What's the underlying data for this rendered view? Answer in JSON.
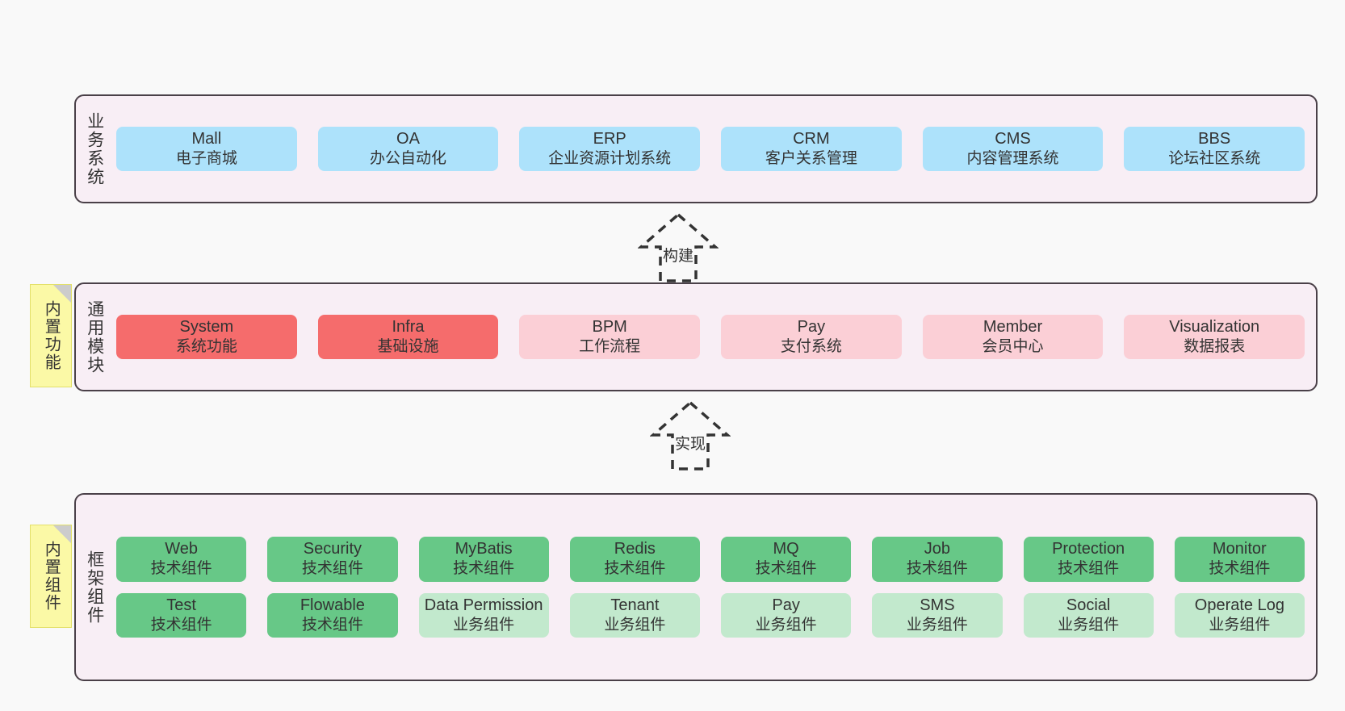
{
  "diagram": {
    "background": "#f9f9f9",
    "panel_background": "#f8eef5",
    "panel_border": "#4a4048"
  },
  "layers": [
    {
      "id": "business-systems",
      "title": "业务系统",
      "rows": [
        {
          "nodes": [
            {
              "title": "Mall",
              "subtitle": "电子商城",
              "color": "#ade2fb",
              "variant": "c-blue"
            },
            {
              "title": "OA",
              "subtitle": "办公自动化",
              "color": "#ade2fb",
              "variant": "c-blue"
            },
            {
              "title": "ERP",
              "subtitle": "企业资源计划系统",
              "color": "#ade2fb",
              "variant": "c-blue"
            },
            {
              "title": "CRM",
              "subtitle": "客户关系管理",
              "color": "#ade2fb",
              "variant": "c-blue"
            },
            {
              "title": "CMS",
              "subtitle": "内容管理系统",
              "color": "#ade2fb",
              "variant": "c-blue"
            },
            {
              "title": "BBS",
              "subtitle": "论坛社区系统",
              "color": "#ade2fb",
              "variant": "c-blue"
            }
          ]
        }
      ]
    },
    {
      "id": "common-modules",
      "title": "通用模块",
      "note": "内置功能",
      "rows": [
        {
          "nodes": [
            {
              "title": "System",
              "subtitle": "系统功能",
              "color": "#f56c6c",
              "variant": "c-red"
            },
            {
              "title": "Infra",
              "subtitle": "基础设施",
              "color": "#f56c6c",
              "variant": "c-red"
            },
            {
              "title": "BPM",
              "subtitle": "工作流程",
              "color": "#fbcfd6",
              "variant": "c-pink"
            },
            {
              "title": "Pay",
              "subtitle": "支付系统",
              "color": "#fbcfd6",
              "variant": "c-pink"
            },
            {
              "title": "Member",
              "subtitle": "会员中心",
              "color": "#fbcfd6",
              "variant": "c-pink"
            },
            {
              "title": "Visualization",
              "subtitle": "数据报表",
              "color": "#fbcfd6",
              "variant": "c-pink"
            }
          ]
        }
      ]
    },
    {
      "id": "framework-components",
      "title": "框架组件",
      "note": "内置组件",
      "rows": [
        {
          "nodes": [
            {
              "title": "Web",
              "subtitle": "技术组件",
              "color": "#67c887",
              "variant": "c-green"
            },
            {
              "title": "Security",
              "subtitle": "技术组件",
              "color": "#67c887",
              "variant": "c-green"
            },
            {
              "title": "MyBatis",
              "subtitle": "技术组件",
              "color": "#67c887",
              "variant": "c-green"
            },
            {
              "title": "Redis",
              "subtitle": "技术组件",
              "color": "#67c887",
              "variant": "c-green"
            },
            {
              "title": "MQ",
              "subtitle": "技术组件",
              "color": "#67c887",
              "variant": "c-green"
            },
            {
              "title": "Job",
              "subtitle": "技术组件",
              "color": "#67c887",
              "variant": "c-green"
            },
            {
              "title": "Protection",
              "subtitle": "技术组件",
              "color": "#67c887",
              "variant": "c-green"
            },
            {
              "title": "Monitor",
              "subtitle": "技术组件",
              "color": "#67c887",
              "variant": "c-green"
            }
          ]
        },
        {
          "nodes": [
            {
              "title": "Test",
              "subtitle": "技术组件",
              "color": "#67c887",
              "variant": "c-green"
            },
            {
              "title": "Flowable",
              "subtitle": "技术组件",
              "color": "#67c887",
              "variant": "c-green"
            },
            {
              "title": "Data Permission",
              "subtitle": "业务组件",
              "color": "#c2e9cd",
              "variant": "c-lgreen"
            },
            {
              "title": "Tenant",
              "subtitle": "业务组件",
              "color": "#c2e9cd",
              "variant": "c-lgreen"
            },
            {
              "title": "Pay",
              "subtitle": "业务组件",
              "color": "#c2e9cd",
              "variant": "c-lgreen"
            },
            {
              "title": "SMS",
              "subtitle": "业务组件",
              "color": "#c2e9cd",
              "variant": "c-lgreen"
            },
            {
              "title": "Social",
              "subtitle": "业务组件",
              "color": "#c2e9cd",
              "variant": "c-lgreen"
            },
            {
              "title": "Operate Log",
              "subtitle": "业务组件",
              "color": "#c2e9cd",
              "variant": "c-lgreen"
            }
          ]
        }
      ]
    }
  ],
  "arrows": [
    {
      "id": "arrow-build",
      "label": "构建",
      "direction": "up",
      "style": "dashed-hollow"
    },
    {
      "id": "arrow-implement",
      "label": "实现",
      "direction": "up",
      "style": "dashed-hollow"
    }
  ]
}
